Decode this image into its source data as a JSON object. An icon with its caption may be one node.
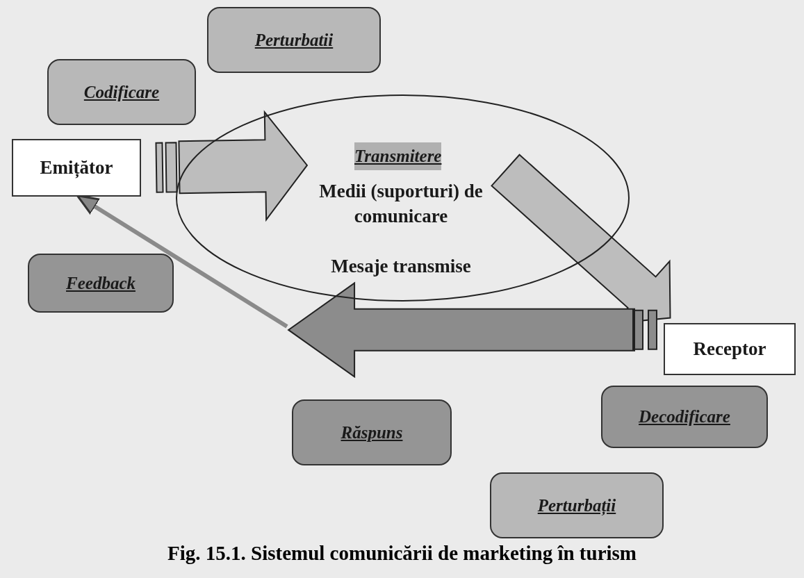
{
  "diagram": {
    "caption": "Fig. 15.1. Sistemul comunicării de marketing în turism",
    "nodes": [
      {
        "text": [
          "Perturbatii"
        ]
      },
      {
        "text": [
          "Codificare"
        ]
      },
      {
        "text": [
          "Emițător"
        ]
      },
      {
        "text": [
          "Transmitere",
          "Medii (suporturi) de comunicare",
          "Mesaje transmise"
        ]
      },
      {
        "text": [
          "Feedback"
        ]
      },
      {
        "text": [
          "Receptor"
        ]
      },
      {
        "text": [
          "Răspuns"
        ]
      },
      {
        "text": [
          "Decodificare"
        ]
      },
      {
        "text": [
          "Perturbații"
        ]
      }
    ],
    "edges": [
      {
        "from": 2,
        "to": 3,
        "arrow": "to",
        "style": "thick"
      },
      {
        "from": 3,
        "to": 5,
        "arrow": "to",
        "style": "thick"
      },
      {
        "from": 5,
        "to": 3,
        "arrow": "to",
        "style": "thick"
      },
      {
        "from": null,
        "to": 2,
        "arrow": "to"
      }
    ]
  }
}
